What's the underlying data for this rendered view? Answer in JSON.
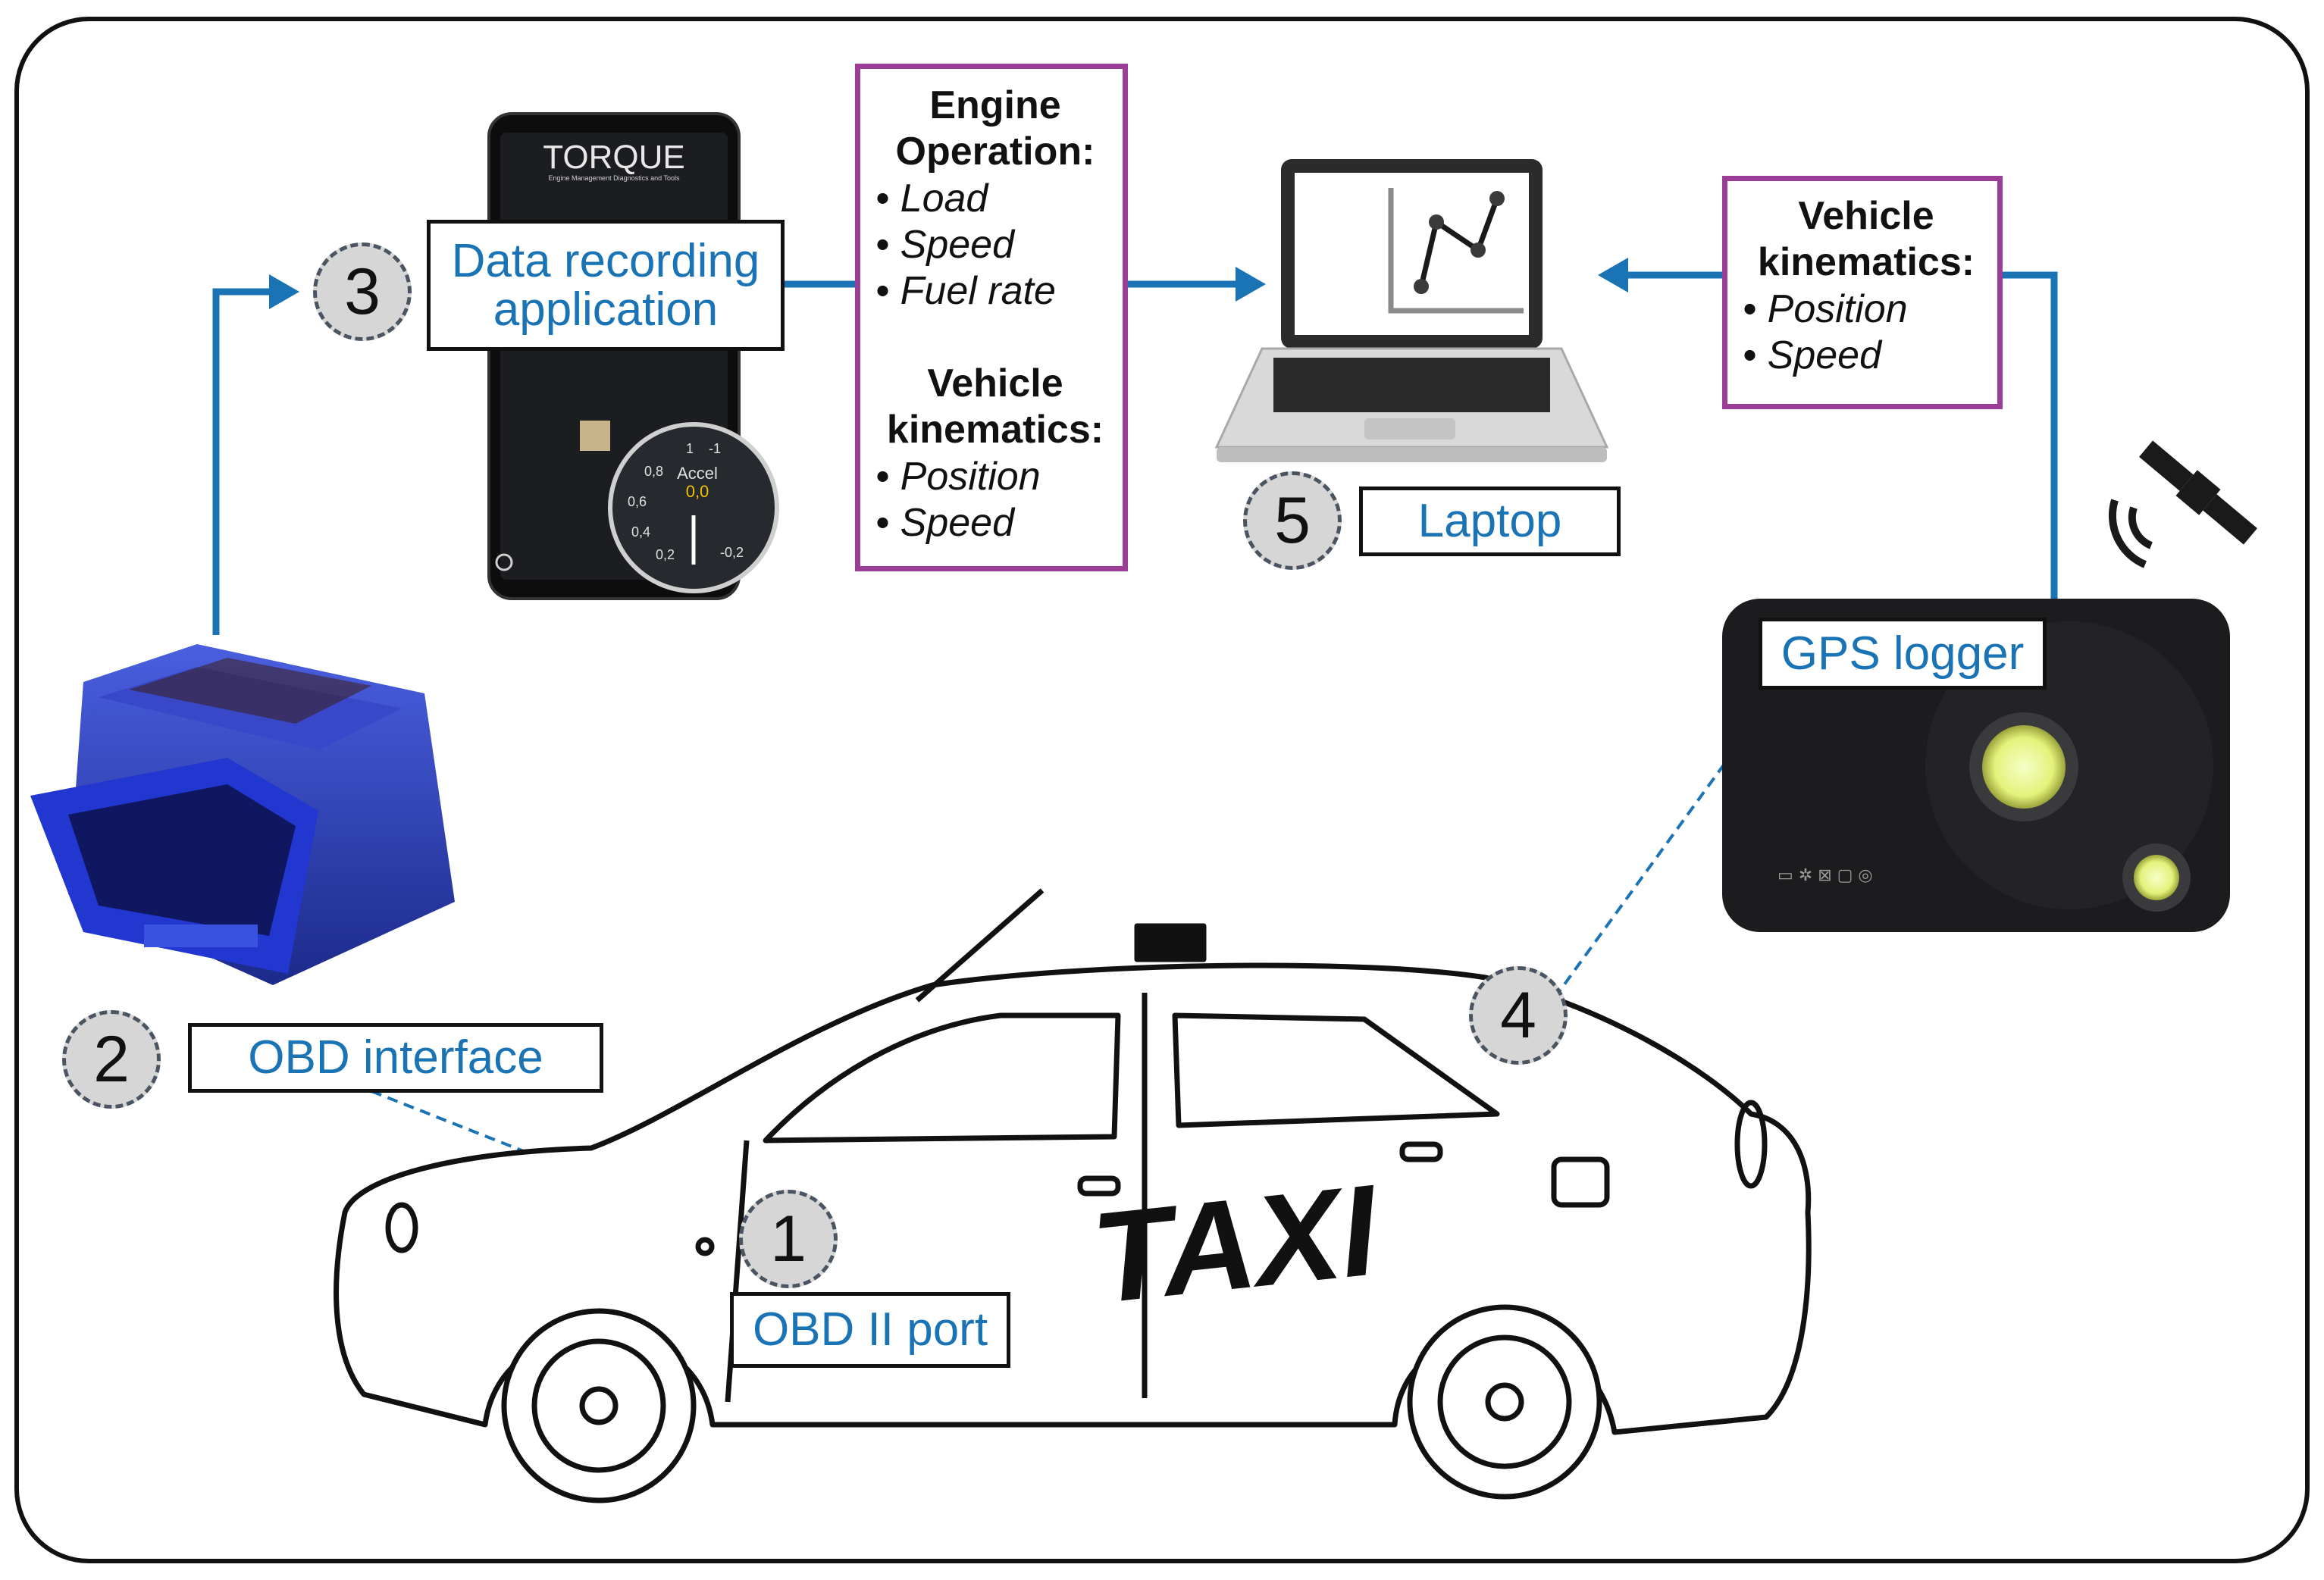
{
  "phone": {
    "app_title": "TORQUE",
    "app_subtitle": "Engine Management Diagnostics and Tools",
    "gauge_label": "Accel",
    "gauge_value": "0,0",
    "gauge_ticks": [
      "1",
      "0,8",
      "0,6",
      "0,4",
      "0,2",
      "-1",
      "-0,2"
    ]
  },
  "labels": {
    "app": "Data recording application",
    "obd_interface": "OBD interface",
    "obd_port": "OBD II port",
    "laptop": "Laptop",
    "gps": "GPS logger"
  },
  "badges": [
    "1",
    "2",
    "3",
    "4",
    "5"
  ],
  "phone_data_box": {
    "engine_title": "Engine Operation:",
    "engine_items": [
      "• Load",
      "• Speed",
      "• Fuel rate"
    ],
    "kin_title": "Vehicle kinematics:",
    "kin_items": [
      "• Position",
      "• Speed"
    ]
  },
  "gps_data_box": {
    "kin_title": "Vehicle kinematics:",
    "kin_items": [
      "• Position",
      "• Speed"
    ]
  },
  "taxi_text": "TAXI",
  "colors": {
    "arrow": "#1a73b5",
    "label_text": "#1a73b5",
    "data_box_border": "#9c3d97",
    "badge_fill": "#d6d6d6",
    "obd_device": "#2a3fb0"
  }
}
